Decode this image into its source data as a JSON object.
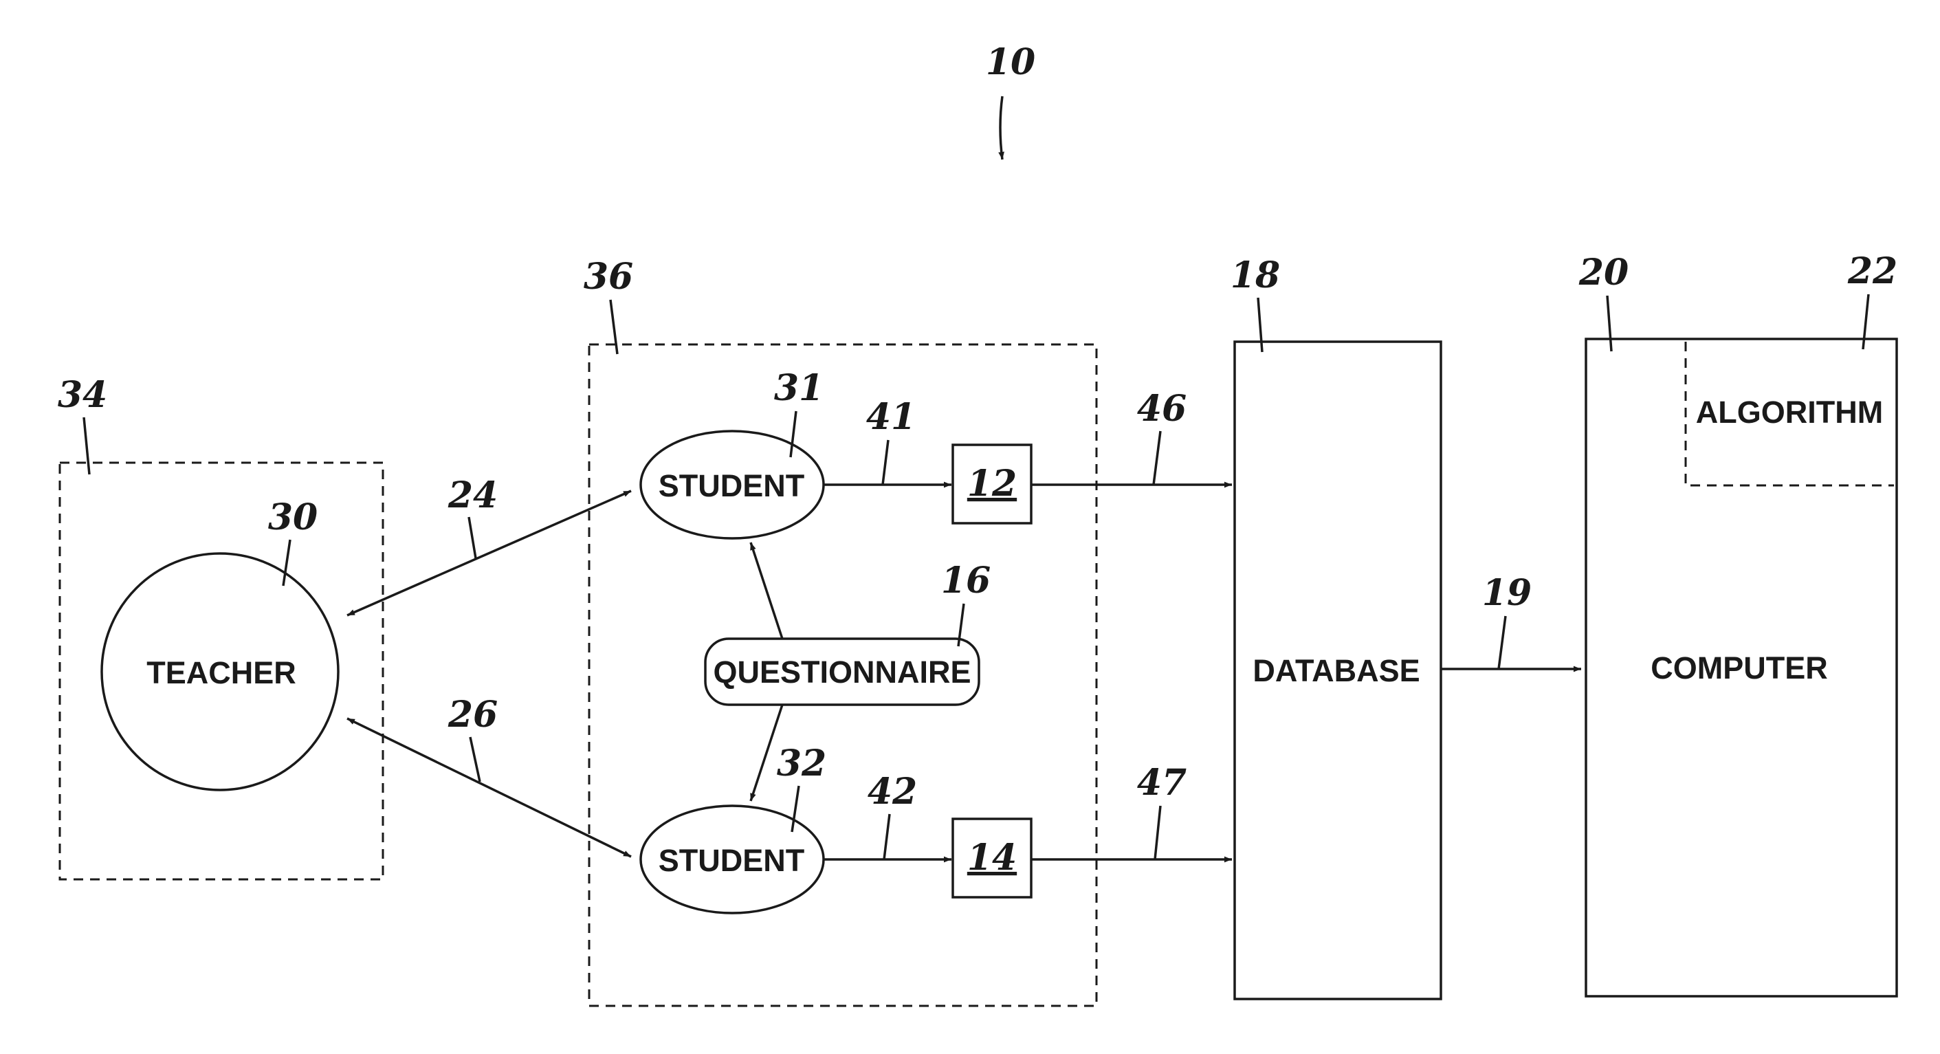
{
  "refs": {
    "system": "10",
    "teacher_zone": "34",
    "student_zone": "36",
    "teacher": "30",
    "student_top": "31",
    "student_bottom": "32",
    "questionnaire": "16",
    "database": "18",
    "computer": "20",
    "algorithm": "22",
    "link_top": "24",
    "link_bottom": "26",
    "arrow_top_a": "41",
    "arrow_bottom_a": "42",
    "arrow_top_b": "46",
    "arrow_bottom_b": "47",
    "arrow_db_computer": "19"
  },
  "labels": {
    "teacher": "TEACHER",
    "student_top": "STUDENT",
    "student_bottom": "STUDENT",
    "questionnaire": "QUESTIONNAIRE",
    "database": "DATABASE",
    "computer": "COMPUTER",
    "algorithm": "ALGORITHM",
    "box_top": "12",
    "box_bottom": "14"
  }
}
